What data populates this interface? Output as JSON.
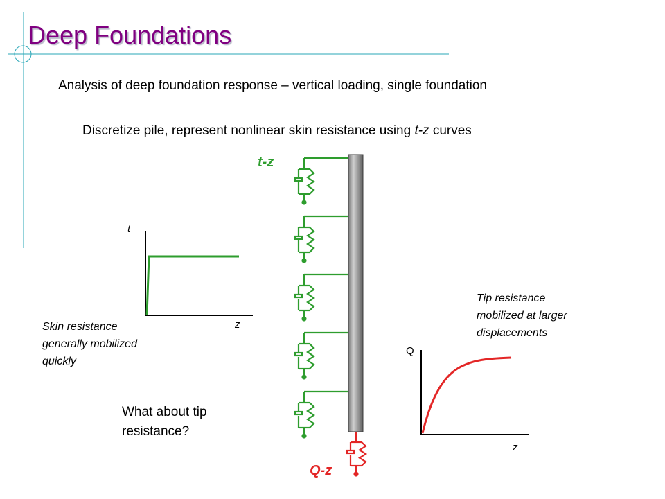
{
  "slide": {
    "title": "Deep Foundations",
    "line1": "Analysis of deep foundation response – vertical loading, single foundation",
    "line2_prefix": "Discretize pile, represent nonlinear skin resistance using ",
    "line2_italic": "t-z",
    "line2_suffix": " curves"
  },
  "skin_plot": {
    "y_axis": "t",
    "x_axis": "z",
    "caption_lines": [
      "Skin resistance",
      "generally mobilized",
      "quickly"
    ]
  },
  "tip_plot": {
    "y_axis": "Q",
    "x_axis": "z",
    "caption_lines": [
      "Tip resistance",
      "mobilized at larger",
      "displacements"
    ]
  },
  "pile": {
    "tz_label": "t-z",
    "qz_label": "Q-z"
  },
  "question_lines": [
    "What about tip",
    "resistance?"
  ],
  "colors": {
    "title": "#800080",
    "tz_spring": "#2e9d2e",
    "qz_spring": "#e32626",
    "decor_line": "#2aa7b7"
  }
}
